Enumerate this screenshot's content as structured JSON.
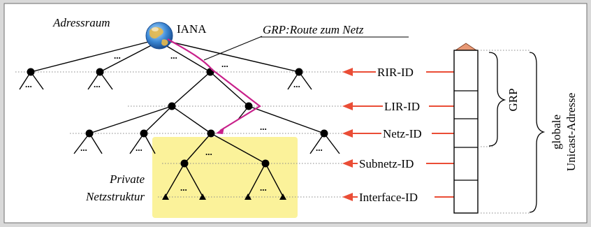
{
  "labels": {
    "address_space": "Adressraum",
    "iana": "IANA",
    "route_caption": "GRP:Route zum Netz",
    "private_line1": "Private",
    "private_line2": "Netzstruktur",
    "grp_bracket": "GRP",
    "global_line1": "globale",
    "global_line2": "Unicast-Adresse"
  },
  "ellipsis": "...",
  "levels": [
    {
      "id": "rir",
      "label": "RIR-ID"
    },
    {
      "id": "lir",
      "label": "LIR-ID"
    },
    {
      "id": "netz",
      "label": "Netz-ID"
    },
    {
      "id": "subnetz",
      "label": "Subnetz-ID"
    },
    {
      "id": "interface",
      "label": "Interface-ID"
    }
  ],
  "colors": {
    "background": "#ffffff",
    "frame_top": "#dcdcdc",
    "line": "#000000",
    "dotted": "#888888",
    "arrow_red": "#ea4d36",
    "route_magenta": "#c8208a",
    "private_area": "#fbf29a",
    "cap_orange": "#e89874",
    "globe_blue": "#2f7fcc",
    "globe_land": "#f0c050"
  }
}
